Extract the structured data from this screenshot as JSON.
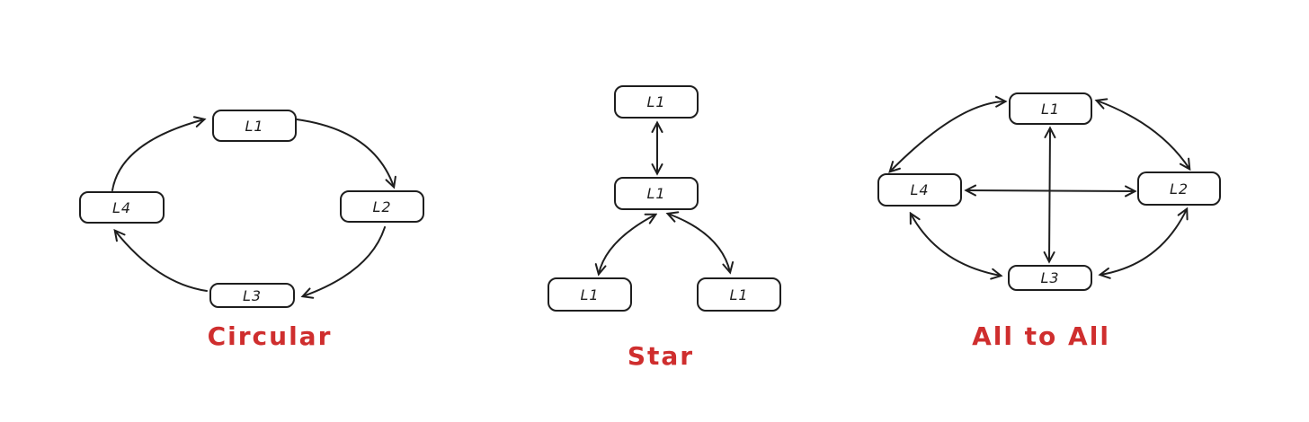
{
  "colors": {
    "stroke": "#1e1e1e",
    "accent": "#cf2e2e",
    "bg": "#ffffff"
  },
  "diagrams": [
    {
      "caption": "Circular",
      "type": "directed-cycle",
      "nodes": [
        {
          "label": "L1",
          "position": "top"
        },
        {
          "label": "L2",
          "position": "right"
        },
        {
          "label": "L3",
          "position": "bottom"
        },
        {
          "label": "L4",
          "position": "left"
        }
      ],
      "edges": [
        {
          "from": "L1",
          "to": "L2",
          "bidirectional": false
        },
        {
          "from": "L2",
          "to": "L3",
          "bidirectional": false
        },
        {
          "from": "L3",
          "to": "L4",
          "bidirectional": false
        },
        {
          "from": "L4",
          "to": "L1",
          "bidirectional": false
        }
      ]
    },
    {
      "caption": "Star",
      "type": "star",
      "nodes": [
        {
          "label": "L1",
          "position": "top"
        },
        {
          "label": "L1",
          "position": "center"
        },
        {
          "label": "L1",
          "position": "bottom-left"
        },
        {
          "label": "L1",
          "position": "bottom-right"
        }
      ],
      "edges": [
        {
          "from": "center",
          "to": "top",
          "bidirectional": true
        },
        {
          "from": "center",
          "to": "bottom-left",
          "bidirectional": true
        },
        {
          "from": "center",
          "to": "bottom-right",
          "bidirectional": true
        }
      ]
    },
    {
      "caption": "All to All",
      "type": "complete-graph",
      "nodes": [
        {
          "label": "L1",
          "position": "top"
        },
        {
          "label": "L2",
          "position": "right"
        },
        {
          "label": "L3",
          "position": "bottom"
        },
        {
          "label": "L4",
          "position": "left"
        }
      ],
      "edges": [
        {
          "from": "L4",
          "to": "L1",
          "bidirectional": true
        },
        {
          "from": "L1",
          "to": "L2",
          "bidirectional": true
        },
        {
          "from": "L4",
          "to": "L3",
          "bidirectional": true
        },
        {
          "from": "L2",
          "to": "L3",
          "bidirectional": true
        },
        {
          "from": "L4",
          "to": "L2",
          "bidirectional": true
        },
        {
          "from": "L1",
          "to": "L3",
          "bidirectional": true
        }
      ]
    }
  ]
}
